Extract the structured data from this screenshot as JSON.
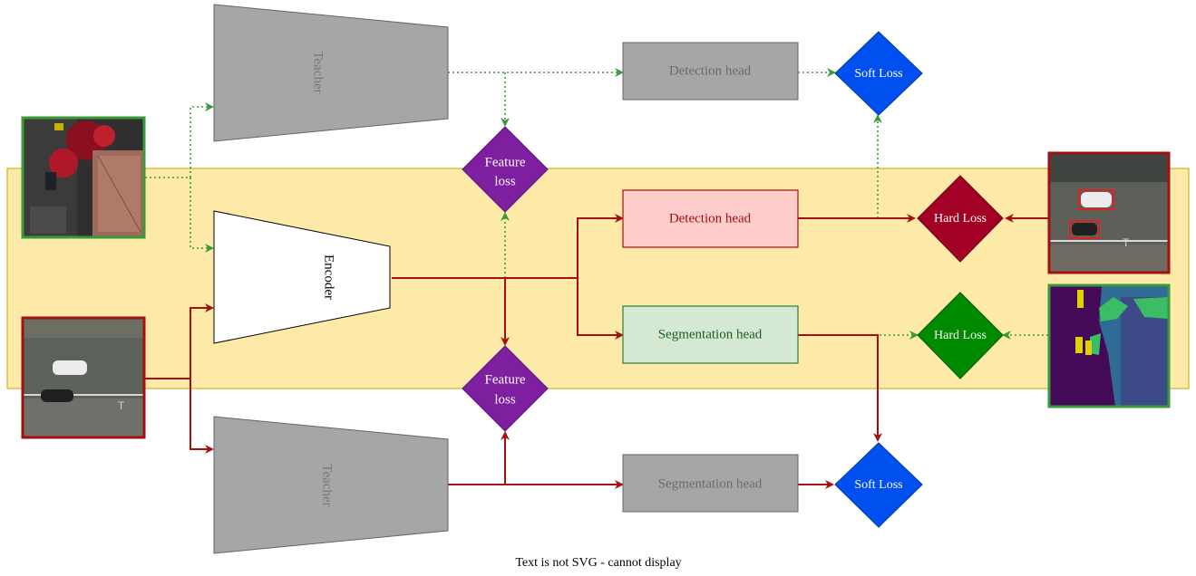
{
  "diagram": {
    "teacher_top": {
      "label": "Teacher"
    },
    "teacher_bottom": {
      "label": "Teacher"
    },
    "encoder": {
      "label": "Encoder"
    },
    "teacher_detection_head": {
      "label": "Detection head"
    },
    "teacher_segmentation_head": {
      "label": "Segmentation head"
    },
    "detection_head": {
      "label": "Detection head"
    },
    "segmentation_head": {
      "label": "Segmentation head"
    },
    "feature_loss_top": {
      "line1": "Feature",
      "line2": "loss"
    },
    "feature_loss_bottom": {
      "line1": "Feature",
      "line2": "loss"
    },
    "soft_loss_top": {
      "label": "Soft Loss"
    },
    "soft_loss_bottom": {
      "label": "Soft Loss"
    },
    "hard_loss_detection": {
      "label": "Hard Loss"
    },
    "hard_loss_segmentation": {
      "label": "Hard Loss"
    },
    "footer_note": "Text is not SVG - cannot display"
  },
  "colors": {
    "student_region": "#fdeaa8",
    "teacher_gray": "#a6a6a6",
    "teacher_path_green": "#3a9a3a",
    "student_path_red": "#a50f0f",
    "detection_fill": "#ffcccc",
    "segmentation_fill": "#d5e8d4",
    "feature_loss": "#7e1fa0",
    "soft_loss": "#0050ef",
    "hard_loss_detection": "#a20025",
    "hard_loss_segmentation": "#008a00"
  },
  "icons": [
    "aerial-image-teacher-input",
    "aerial-image-student-input",
    "aerial-image-detection-label",
    "segmentation-mask-label"
  ]
}
